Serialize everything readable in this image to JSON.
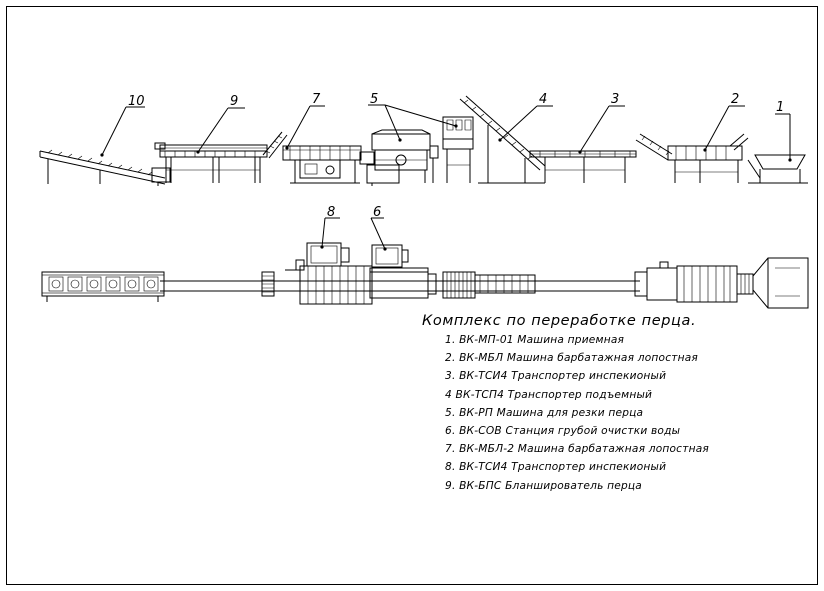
{
  "callouts": [
    "10",
    "9",
    "7",
    "5",
    "4",
    "3",
    "2",
    "1",
    "8",
    "6"
  ],
  "legend": {
    "title": "Комплекс по переработке перца.",
    "items": [
      "1. ВК-МП-01 Машина приемная",
      "2. ВК-МБЛ Машина барбатажная лопостная",
      "3. ВК-ТСИ4 Транспортер инспекионый",
      "4  ВК-ТСП4 Транспортер подъемный",
      "5. ВК-РП Машина для резки перца",
      "6. ВК-СОВ Станция грубой очистки воды",
      "7. ВК-МБЛ-2 Машина барбатажная лопостная",
      "8. ВК-ТСИ4 Транспортер инспекионый",
      "9. ВК-БПС Бланширователь перца"
    ]
  }
}
